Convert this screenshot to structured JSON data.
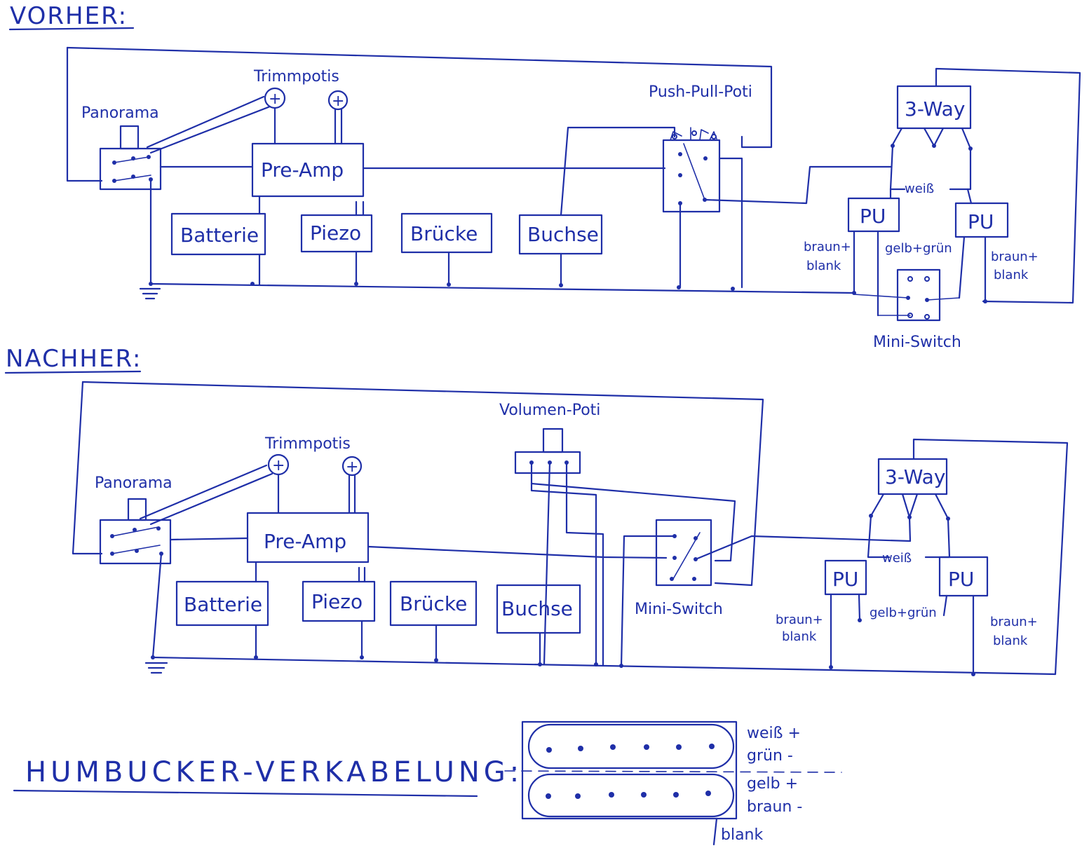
{
  "headings": {
    "before": "VORHER:",
    "after": "NACHHER:",
    "humbucker": "HUMBUCKER-VERKABELUNG:"
  },
  "labels": {
    "panorama": "Panorama",
    "trimmpotis": "Trimmpotis",
    "pre_amp": "Pre-Amp",
    "batterie": "Batterie",
    "piezo": "Piezo",
    "bruecke": "Brücke",
    "buchse": "Buchse",
    "push_pull_poti": "Push-Pull-Poti",
    "volumen_poti": "Volumen-Poti",
    "three_way": "3-Way",
    "pu": "PU",
    "weiss": "weiß",
    "braun_blank": "braun+\nblank",
    "braun_blank_a": "braun+",
    "braun_blank_b": "blank",
    "gelb_gruen": "gelb+grün",
    "mini_switch": "Mini-Switch",
    "plus": "+"
  },
  "humbucker_legend": {
    "weiss_plus": "weiß +",
    "gruen_minus": "grün -",
    "gelb_plus": "gelb +",
    "braun_minus": "braun -",
    "blank": "blank"
  },
  "colors": {
    "ink": "#1f2fa8",
    "paper": "#ffffff"
  }
}
